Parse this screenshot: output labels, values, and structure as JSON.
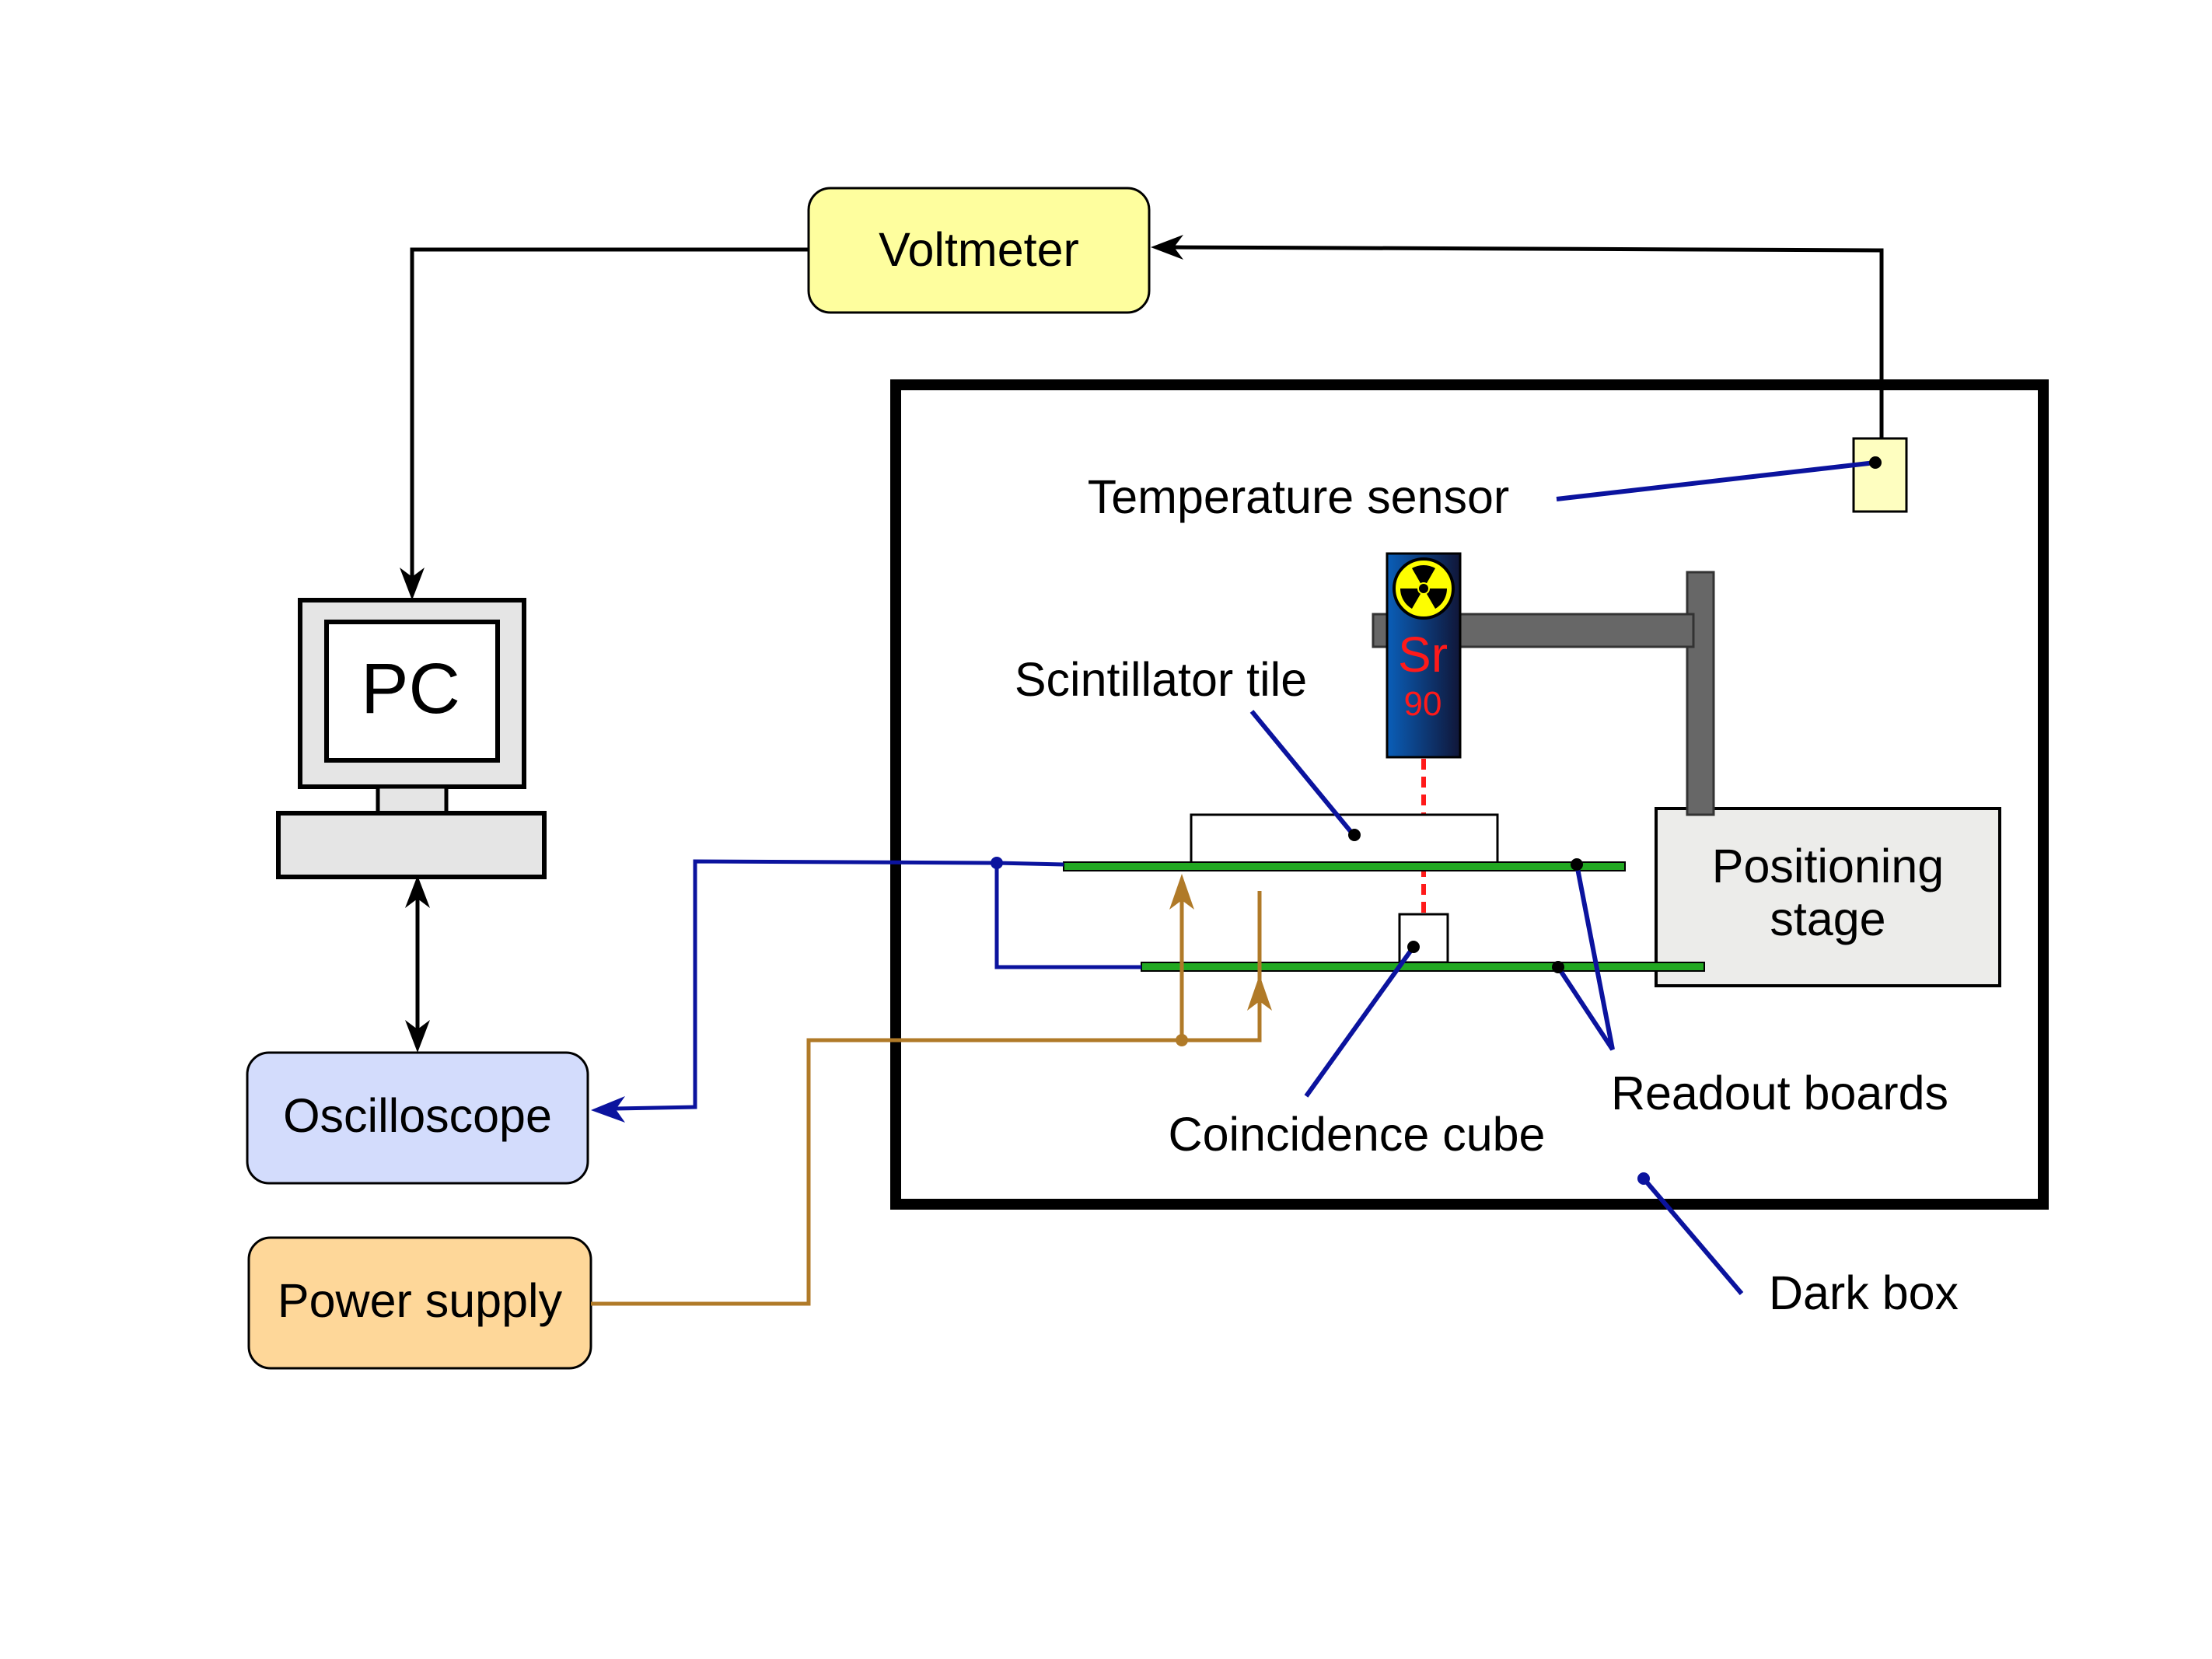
{
  "colors": {
    "signal_wire": "#0b139e",
    "power_wire": "#b07a28",
    "data_wire": "#000000",
    "board": "#22a822",
    "voltmeter": "#fefe9e",
    "oscilloscope": "#d3dcfc",
    "power_supply": "#fed799",
    "pc_body": "#e5e5e5",
    "stage": "#ececea",
    "arm": "#676767",
    "source": "#13306e",
    "source_text": "#ff1a1a",
    "beam": "#ff1a1a",
    "temp_sensor": "#fefec0",
    "radiation_icon_fill": "#fefe00"
  },
  "boxes": {
    "voltmeter": "Voltmeter",
    "pc": "PC",
    "oscilloscope": "Oscilloscope",
    "power_supply": "Power supply",
    "positioning_stage_line1": "Positioning",
    "positioning_stage_line2": "stage"
  },
  "source": {
    "element": "Sr",
    "mass_number": "90",
    "icon": "radiation-icon"
  },
  "labels": {
    "temperature_sensor": "Temperature sensor",
    "scintillator_tile": "Scintillator tile",
    "coincidence_cube": "Coincidence cube",
    "readout_boards": "Readout boards",
    "dark_box": "Dark box"
  }
}
